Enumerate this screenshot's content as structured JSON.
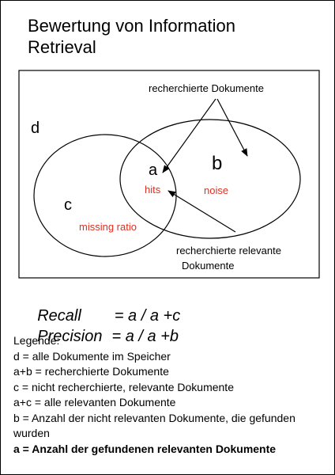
{
  "title": "Bewertung von Information\nRetrieval",
  "diagram": {
    "label_d": "d",
    "label_a": "a",
    "label_b": "b",
    "label_c": "c",
    "hits": "hits",
    "noise": "noise",
    "missing_ratio": "missing ratio",
    "recherchierte": "recherchierte Dokumente",
    "relevant_line1": "recherchierte relevante",
    "relevant_line2": "Dokumente",
    "red_color": "#e03020"
  },
  "formulas": {
    "recall_lhs": "Recall",
    "recall_rhs": "= a / a +c",
    "precision_lhs": "Precision",
    "precision_rhs": "= a / a +b"
  },
  "legend": {
    "heading": "Legende:",
    "lines": [
      "d = alle Dokumente im Speicher",
      "a+b = recherchierte Dokumente",
      "c = nicht recherchierte, relevante  Dokumente",
      "a+c = alle relevanten Dokumente",
      "b = Anzahl der nicht relevanten Dokumente, die gefunden wurden"
    ],
    "bold_line": "a = Anzahl der gefundenen relevanten Dokumente"
  }
}
